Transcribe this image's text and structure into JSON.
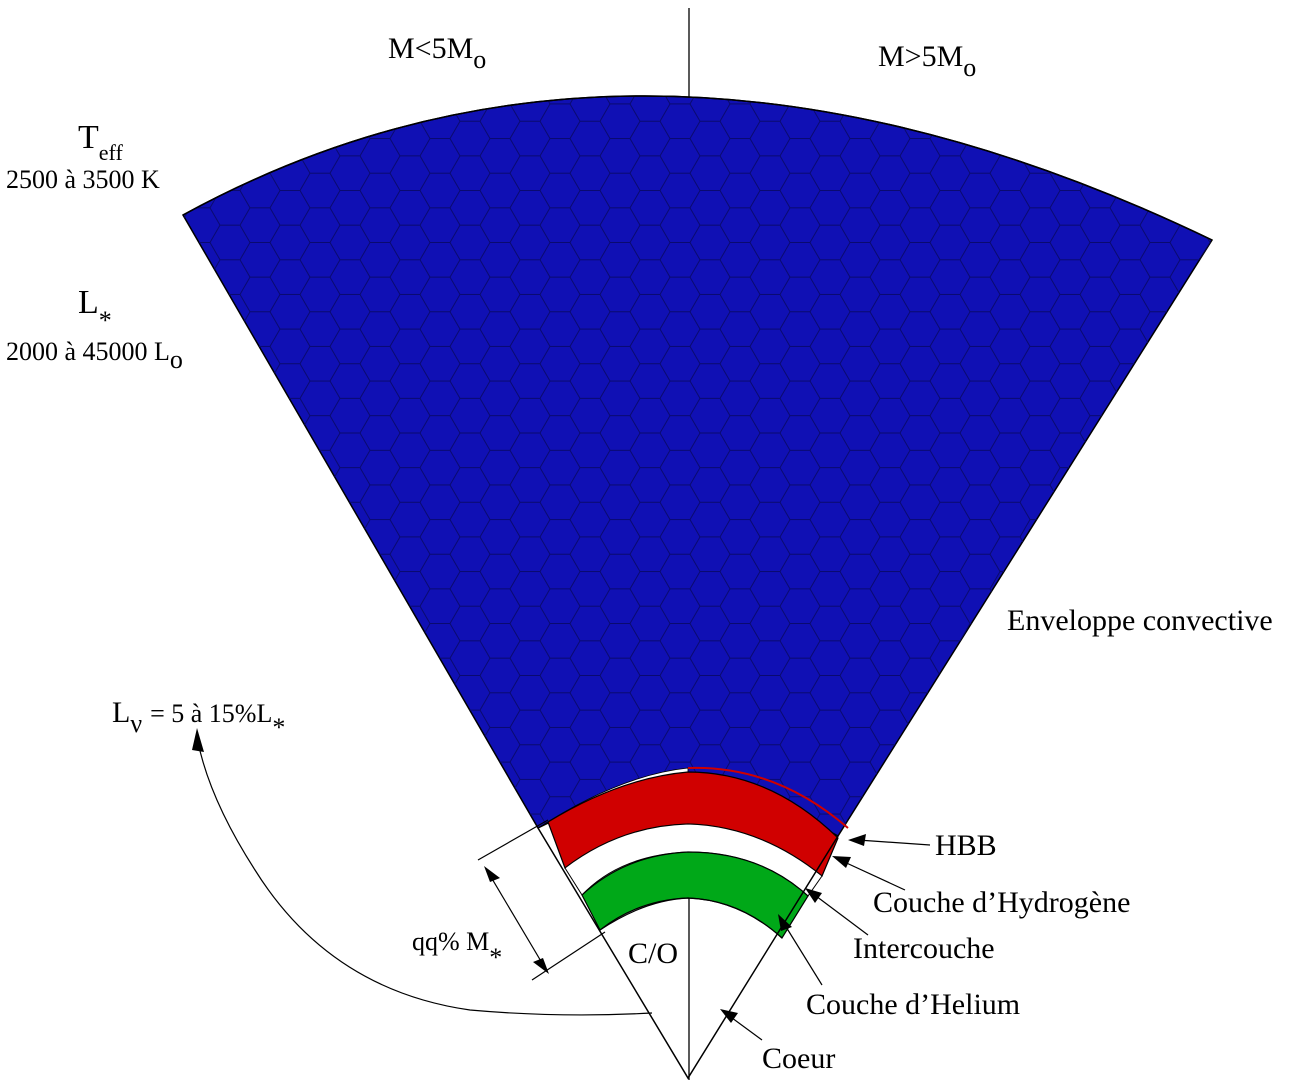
{
  "labels": {
    "mass_left": "M<5M",
    "mass_left_sub": "o",
    "mass_right": "M>5M",
    "mass_right_sub": "o",
    "teff": "T",
    "teff_sub": "eff",
    "teff_range": "2500 à 3500 K",
    "lum": "L",
    "lum_sub": "*",
    "lum_range": "2000 à 45000 L",
    "lum_range_sub": "o",
    "envelope": "Enveloppe convective",
    "lnu": "L",
    "lnu_sub": "ν",
    "lnu_value": "= 5 à 15%L",
    "lnu_value_sub": "*",
    "hbb": "HBB",
    "h_shell": "Couche d’Hydrogène",
    "intershell": "Intercouche",
    "he_shell": "Couche d’Helium",
    "core": "Coeur",
    "core_comp": "C/O",
    "mass_frac": "qq% M",
    "mass_frac_sub": "*"
  },
  "colors": {
    "envelope": "#1010b4",
    "hexgrid": "#0a0a6e",
    "h_shell": "#d00000",
    "he_shell": "#00a818",
    "outline": "#000000"
  }
}
